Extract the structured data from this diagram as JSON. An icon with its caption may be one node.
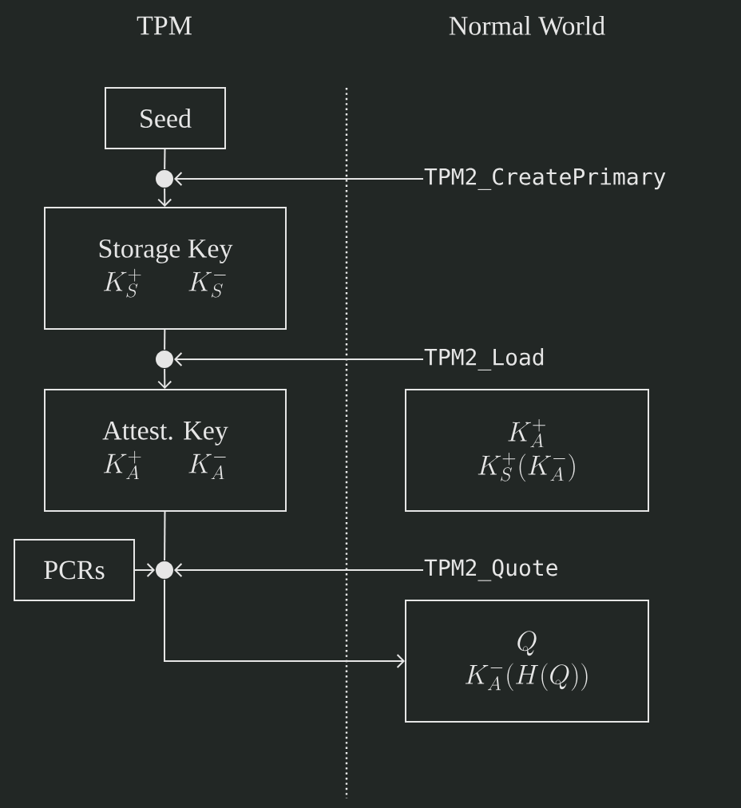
{
  "diagram": {
    "nodes": [
      {
        "text": [
          "Seed"
        ]
      },
      {
        "text": [],
        "shape": "circle"
      },
      {
        "text": [
          "Storage Key",
          "K_S^+",
          "K_S^-"
        ]
      },
      {
        "text": [],
        "shape": "circle"
      },
      {
        "text": [
          "Attest. Key",
          "K_A^+",
          "K_A^-"
        ]
      },
      {
        "text": [
          "PCRs"
        ]
      },
      {
        "text": [],
        "shape": "circle"
      },
      {
        "text": [
          "TPM2_CreatePrimary"
        ]
      },
      {
        "text": [
          "TPM2_Load"
        ]
      },
      {
        "text": [
          "TPM2_Quote"
        ]
      },
      {
        "text": [
          "K_A^+",
          "K_S^+(K_A^-)"
        ]
      },
      {
        "text": [
          "Q",
          "K_A^-(H(Q))"
        ]
      }
    ],
    "edges": [
      {
        "from": 0,
        "to": 1,
        "arrow": "none"
      },
      {
        "from": 7,
        "to": 1,
        "arrow": "to"
      },
      {
        "from": 1,
        "to": 2,
        "arrow": "to"
      },
      {
        "from": 2,
        "to": 3,
        "arrow": "none"
      },
      {
        "from": 8,
        "to": 3,
        "arrow": "to"
      },
      {
        "from": 3,
        "to": 4,
        "arrow": "to"
      },
      {
        "from": 4,
        "to": 6,
        "arrow": "none"
      },
      {
        "from": 5,
        "to": 6,
        "arrow": "to"
      },
      {
        "from": 9,
        "to": 6,
        "arrow": "to"
      },
      {
        "from": 6,
        "to": 11,
        "arrow": "to"
      }
    ],
    "labels": [
      "TPM",
      "Normal World"
    ]
  }
}
